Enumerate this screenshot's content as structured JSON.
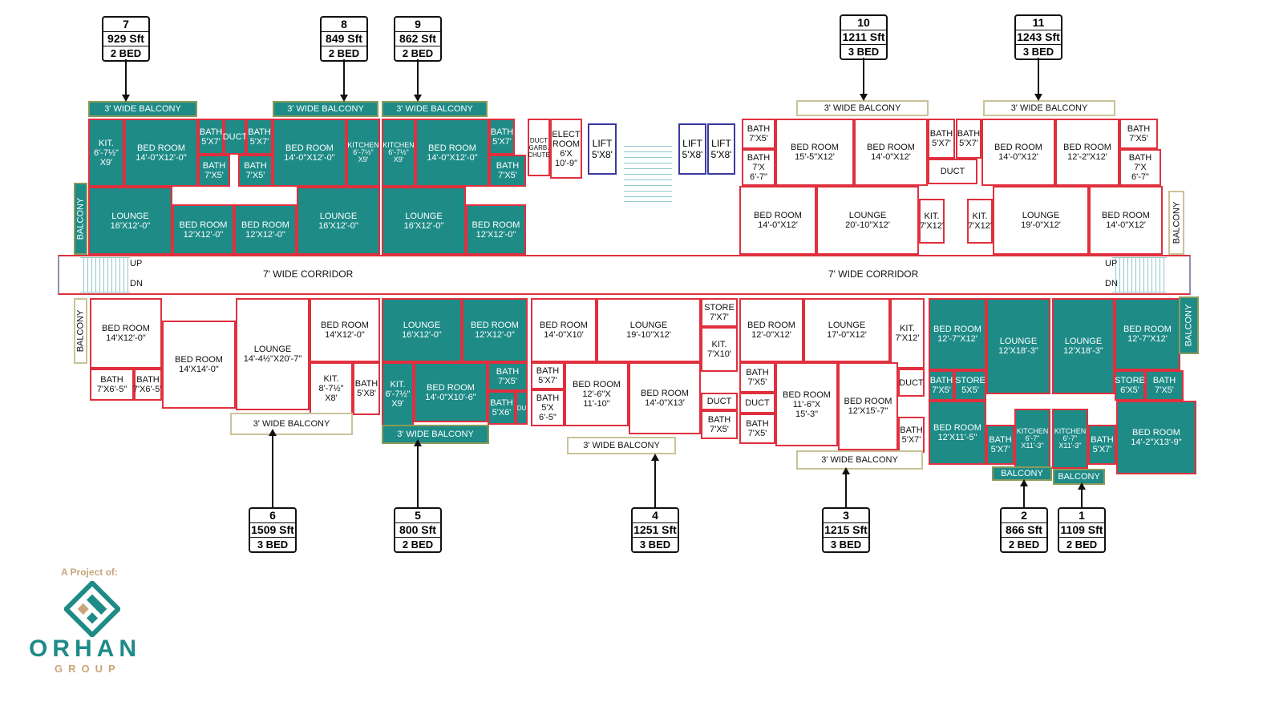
{
  "units_top": [
    {
      "no": "7",
      "area": "929 Sft",
      "bed": "2 BED"
    },
    {
      "no": "8",
      "area": "849 Sft",
      "bed": "2 BED"
    },
    {
      "no": "9",
      "area": "862 Sft",
      "bed": "2 BED"
    },
    {
      "no": "10",
      "area": "1211 Sft",
      "bed": "3 BED"
    },
    {
      "no": "11",
      "area": "1243 Sft",
      "bed": "3 BED"
    }
  ],
  "units_bottom": [
    {
      "no": "6",
      "area": "1509 Sft",
      "bed": "3 BED"
    },
    {
      "no": "5",
      "area": "800 Sft",
      "bed": "2 BED"
    },
    {
      "no": "4",
      "area": "1251 Sft",
      "bed": "3 BED"
    },
    {
      "no": "3",
      "area": "1215 Sft",
      "bed": "3 BED"
    },
    {
      "no": "2",
      "area": "866 Sft",
      "bed": "2 BED"
    },
    {
      "no": "1",
      "area": "1109 Sft",
      "bed": "2 BED"
    }
  ],
  "corridor": {
    "label_left": "7' WIDE CORRIDOR",
    "label_right": "7' WIDE CORRIDOR",
    "up": "UP",
    "dn": "DN"
  },
  "balconies": [
    "3' WIDE BALCONY",
    "3' WIDE BALCONY",
    "3' WIDE BALCONY",
    "3' WIDE BALCONY",
    "3' WIDE BALCONY",
    "BALCONY",
    "BALCONY",
    "3' WIDE BALCONY",
    "3' WIDE BALCONY",
    "3' WIDE BALCONY",
    "3' WIDE BALCONY",
    "BALCONY",
    "BALCONY",
    "BALCONY",
    "BALCONY"
  ],
  "core": {
    "chute": "DUCT\nGARB.\nCHUTE",
    "elect": "ELECT\nROOM\n6'X\n10'-9\"",
    "lift1": "LIFT\n5'X8'",
    "lift2": "LIFT\n5'X8'",
    "lift3": "LIFT\n5'X8'"
  },
  "rooms": [
    {
      "n": "KIT.",
      "s": "6'-7½\"\nX9'"
    },
    {
      "n": "BED ROOM",
      "s": "14'-0\"X12'-0\""
    },
    {
      "n": "BATH",
      "s": "5'X7'"
    },
    {
      "n": "BATH",
      "s": "7'X5'"
    },
    {
      "n": "DUCT",
      "s": ""
    },
    {
      "n": "LOUNGE",
      "s": "16'X12'-0\""
    },
    {
      "n": "BED ROOM",
      "s": "12'X12'-0\""
    },
    {
      "n": "BATH",
      "s": "5'X7'"
    },
    {
      "n": "BATH",
      "s": "7'X5'"
    },
    {
      "n": "BED ROOM",
      "s": "14'-0\"X12'-0\""
    },
    {
      "n": "KITCHEN",
      "s": "6'-7½\"\nX9'"
    },
    {
      "n": "LOUNGE",
      "s": "16'X12'-0\""
    },
    {
      "n": "BED ROOM",
      "s": "12'X12'-0\""
    },
    {
      "n": "KITCHEN",
      "s": "6'-7½\"\nX9'"
    },
    {
      "n": "BED ROOM",
      "s": "14'-0\"X12'-0\""
    },
    {
      "n": "BATH",
      "s": "5'X7'"
    },
    {
      "n": "BATH",
      "s": "7'X5'"
    },
    {
      "n": "LOUNGE",
      "s": "16'X12'-0\""
    },
    {
      "n": "BED ROOM",
      "s": "12'X12'-0\""
    },
    {
      "n": "BATH",
      "s": "7'X5'"
    },
    {
      "n": "BATH",
      "s": "7'X\n6'-7\""
    },
    {
      "n": "BED ROOM",
      "s": "15'-5\"X12'"
    },
    {
      "n": "BED ROOM",
      "s": "14'-0\"X12'"
    },
    {
      "n": "BATH",
      "s": "5'X7'"
    },
    {
      "n": "DUCT",
      "s": ""
    },
    {
      "n": "BED ROOM",
      "s": "14'-0\"X12'"
    },
    {
      "n": "LOUNGE",
      "s": "20'-10\"X12'"
    },
    {
      "n": "KIT.",
      "s": "7'X12'"
    },
    {
      "n": "BATH",
      "s": "5'X7'"
    },
    {
      "n": "BED ROOM",
      "s": "14'-0\"X12'"
    },
    {
      "n": "BED ROOM",
      "s": "12'-2\"X12'"
    },
    {
      "n": "BATH",
      "s": "7'X5'"
    },
    {
      "n": "BATH",
      "s": "7'X\n6'-7\""
    },
    {
      "n": "KIT.",
      "s": "7'X12'"
    },
    {
      "n": "LOUNGE",
      "s": "19'-0\"X12'"
    },
    {
      "n": "BED ROOM",
      "s": "14'-0\"X12'"
    },
    {
      "n": "BED ROOM",
      "s": "14'X12'-0\""
    },
    {
      "n": "BATH",
      "s": "7'X6'-5\""
    },
    {
      "n": "BATH",
      "s": "7'X6'-5\""
    },
    {
      "n": "BED ROOM",
      "s": "14'X14'-0\""
    },
    {
      "n": "LOUNGE",
      "s": "14'-4½\"X20'-7\""
    },
    {
      "n": "BED ROOM",
      "s": "14'X12'-0\""
    },
    {
      "n": "KIT.",
      "s": "8'-7½\"\nX8'"
    },
    {
      "n": "BATH",
      "s": "5'X8'"
    },
    {
      "n": "LOUNGE",
      "s": "16'X12'-0\""
    },
    {
      "n": "BED ROOM",
      "s": "12'X12'-0\""
    },
    {
      "n": "KIT.",
      "s": "6'-7½\"\nX9'"
    },
    {
      "n": "BED ROOM",
      "s": "14'-0\"X10'-6\""
    },
    {
      "n": "BATH",
      "s": "7'X5'"
    },
    {
      "n": "BATH",
      "s": "5'X6'"
    },
    {
      "n": "DU",
      "s": ""
    },
    {
      "n": "BED ROOM",
      "s": "14'-0\"X10'"
    },
    {
      "n": "LOUNGE",
      "s": "19'-10\"X12'"
    },
    {
      "n": "STORE",
      "s": "7'X7'"
    },
    {
      "n": "KIT.",
      "s": "7'X10'"
    },
    {
      "n": "BATH",
      "s": "5'X7'"
    },
    {
      "n": "BATH",
      "s": "5'X\n6'-5\""
    },
    {
      "n": "BED ROOM",
      "s": "12'-6\"X\n11'-10\""
    },
    {
      "n": "BED ROOM",
      "s": "14'-0\"X13'"
    },
    {
      "n": "DUCT",
      "s": ""
    },
    {
      "n": "BATH",
      "s": "7'X5'"
    },
    {
      "n": "BED ROOM",
      "s": "12'-0\"X12'"
    },
    {
      "n": "LOUNGE",
      "s": "17'-0\"X12'"
    },
    {
      "n": "KIT.",
      "s": "7'X12'"
    },
    {
      "n": "BATH",
      "s": "7'X5'"
    },
    {
      "n": "DUCT",
      "s": ""
    },
    {
      "n": "BATH",
      "s": "7'X5'"
    },
    {
      "n": "BED ROOM",
      "s": "11'-6\"X\n15'-3\""
    },
    {
      "n": "BED ROOM",
      "s": "12'X15'-7\""
    },
    {
      "n": "DUCT",
      "s": ""
    },
    {
      "n": "BATH",
      "s": "5'X7'"
    },
    {
      "n": "BED ROOM",
      "s": "12'-7\"X12'"
    },
    {
      "n": "LOUNGE",
      "s": "12'X18'-3\""
    },
    {
      "n": "BATH",
      "s": "7'X5'"
    },
    {
      "n": "STORE",
      "s": "5X5'"
    },
    {
      "n": "BED ROOM",
      "s": "12'X11'-5\""
    },
    {
      "n": "BATH",
      "s": "5'X7'"
    },
    {
      "n": "KITCHEN",
      "s": "6'-7\"\nX11'-3\""
    },
    {
      "n": "LOUNGE",
      "s": "12'X18'-3\""
    },
    {
      "n": "BED ROOM",
      "s": "12'-7\"X12'"
    },
    {
      "n": "STORE",
      "s": "6'X5'"
    },
    {
      "n": "BATH",
      "s": "7'X5'"
    },
    {
      "n": "KITCHEN",
      "s": "6'-7\"\nX11'-3\""
    },
    {
      "n": "BATH",
      "s": "5'X7'"
    },
    {
      "n": "BED ROOM",
      "s": "14'-2\"X13'-9\""
    }
  ],
  "branding": {
    "project_of": "A Project of:",
    "company": "ORHAN",
    "group": "GROUP"
  },
  "colors": {
    "highlight": "#1e8b87",
    "wall": "#e0303e",
    "accent": "#c9a57b"
  }
}
